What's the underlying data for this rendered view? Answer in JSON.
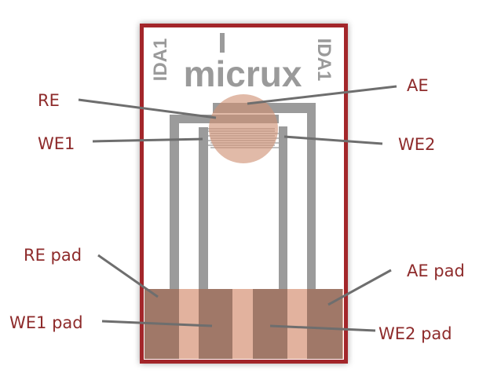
{
  "chip": {
    "brand": "micrux",
    "model_left": "IDA1",
    "model_right": "IDA1"
  },
  "labels": {
    "re": "RE",
    "ae": "AE",
    "we1": "WE1",
    "we2": "WE2",
    "re_pad": "RE pad",
    "ae_pad": "AE pad",
    "we1_pad": "WE1 pad",
    "we2_pad": "WE2 pad"
  },
  "colors": {
    "border": "#a3282a",
    "trace": "#9b9b9b",
    "pad": "#a07868",
    "pad_gap": "#e2b29e",
    "label": "#8e2b2b"
  }
}
